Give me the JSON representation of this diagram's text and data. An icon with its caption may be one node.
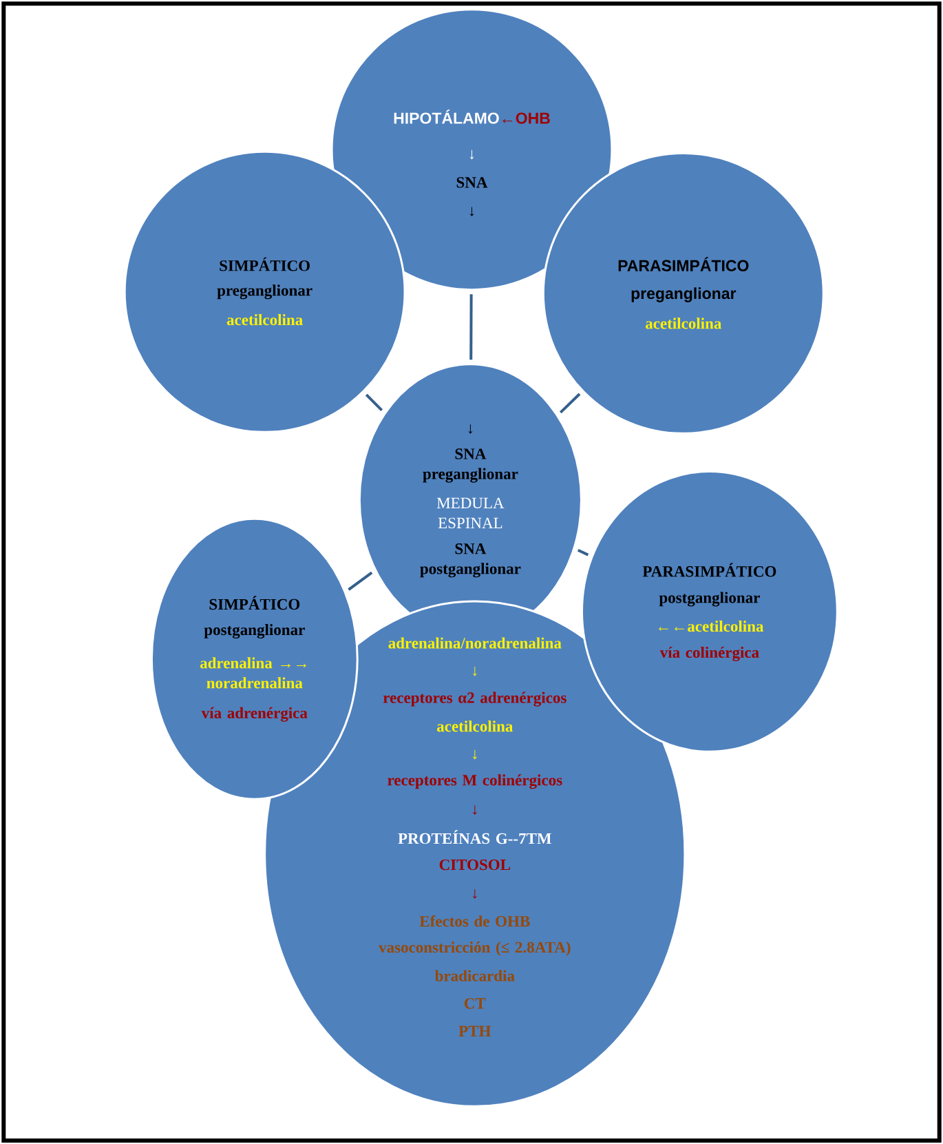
{
  "diagram": {
    "nodes": [
      {
        "text": [
          "HIPOTÁLAMO",
          "←OHB",
          "↓",
          "SNA",
          "↓"
        ]
      },
      {
        "text": [
          "SIMPÁTICO",
          "preganglionar",
          "acetilcolina"
        ]
      },
      {
        "text": [
          "PARASIMPÁTICO",
          "preganglionar",
          "acetilcolina"
        ]
      },
      {
        "text": [
          "↓",
          "SNA preganglionar",
          "MEDULA ESPINAL",
          "SNA postganglionar"
        ]
      },
      {
        "text": [
          "SIMPÁTICO",
          "postganglionar",
          "adrenalina →→ noradrenalina",
          "vía adrenérgica"
        ]
      },
      {
        "text": [
          "PARASIMPÁTICO",
          "postganglionar",
          "←←acetilcolina",
          "vía colinérgica"
        ]
      },
      {
        "text": [
          "adrenalina/noradrenalina",
          "↓",
          "receptores α2 adrenérgicos",
          "acetilcolina",
          "↓",
          "receptores M colinérgicos",
          "↓",
          "PROTEÍNAS G--7TM",
          "CITOSOL",
          "↓",
          "Efectos de OHB",
          "vasoconstricción (≤ 2.8ATA)",
          "bradicardia",
          "CT",
          "PTH"
        ]
      }
    ],
    "edges": [
      {
        "from": 3,
        "to": 0,
        "arrow": "none"
      },
      {
        "from": 3,
        "to": 1,
        "arrow": "none"
      },
      {
        "from": 3,
        "to": 2,
        "arrow": "none"
      },
      {
        "from": 3,
        "to": 4,
        "arrow": "none"
      },
      {
        "from": 3,
        "to": 5,
        "arrow": "none"
      }
    ]
  }
}
